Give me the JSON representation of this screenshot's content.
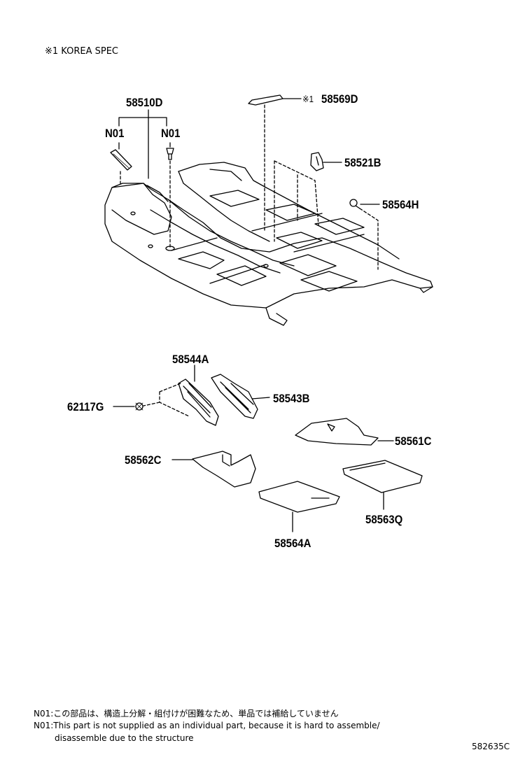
{
  "header": {
    "spec_note": "※1 KOREA SPEC"
  },
  "parts": {
    "p58510D": "58510D",
    "n01_left": "N01",
    "n01_right": "N01",
    "p58569D": "58569D",
    "p58569D_mark": "※1",
    "p58521B": "58521B",
    "p58564H": "58564H",
    "p58544A": "58544A",
    "p58543B": "58543B",
    "p62117G": "62117G",
    "p58561C": "58561C",
    "p58562C": "58562C",
    "p58563Q": "58563Q",
    "p58564A": "58564A"
  },
  "notes": {
    "jp": "N01:この部品は、構造上分解・組付けが困難なため、単品では補給していません",
    "en1": "N01:This part is not supplied as an individual part,  because it is hard to assemble/",
    "en2": "disassemble due to the structure"
  },
  "figure_number": "582635C"
}
